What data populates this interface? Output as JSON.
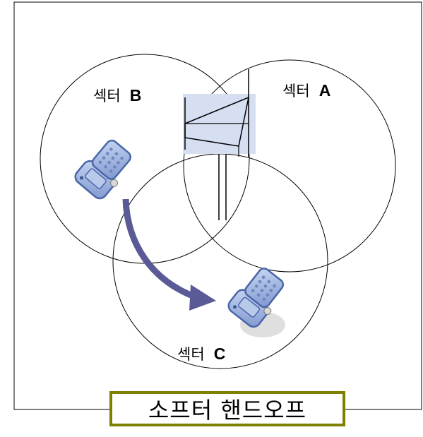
{
  "title": "소프터 핸드오프",
  "sectors": [
    {
      "prefix": "섹터",
      "letter": "B"
    },
    {
      "prefix": "섹터",
      "letter": "A"
    },
    {
      "prefix": "섹터",
      "letter": "C"
    }
  ],
  "icons": {
    "tower": "antenna-tower-icon",
    "phone_start": "mobile-phone-icon",
    "phone_end": "mobile-phone-icon",
    "arrow": "handoff-arrow"
  },
  "colors": {
    "title_border": "#808000",
    "arrow": "#5a5a96",
    "tower_bg": "#d6dff2",
    "phone_body": "#8ea8d8",
    "phone_outline": "#4a66a8"
  }
}
